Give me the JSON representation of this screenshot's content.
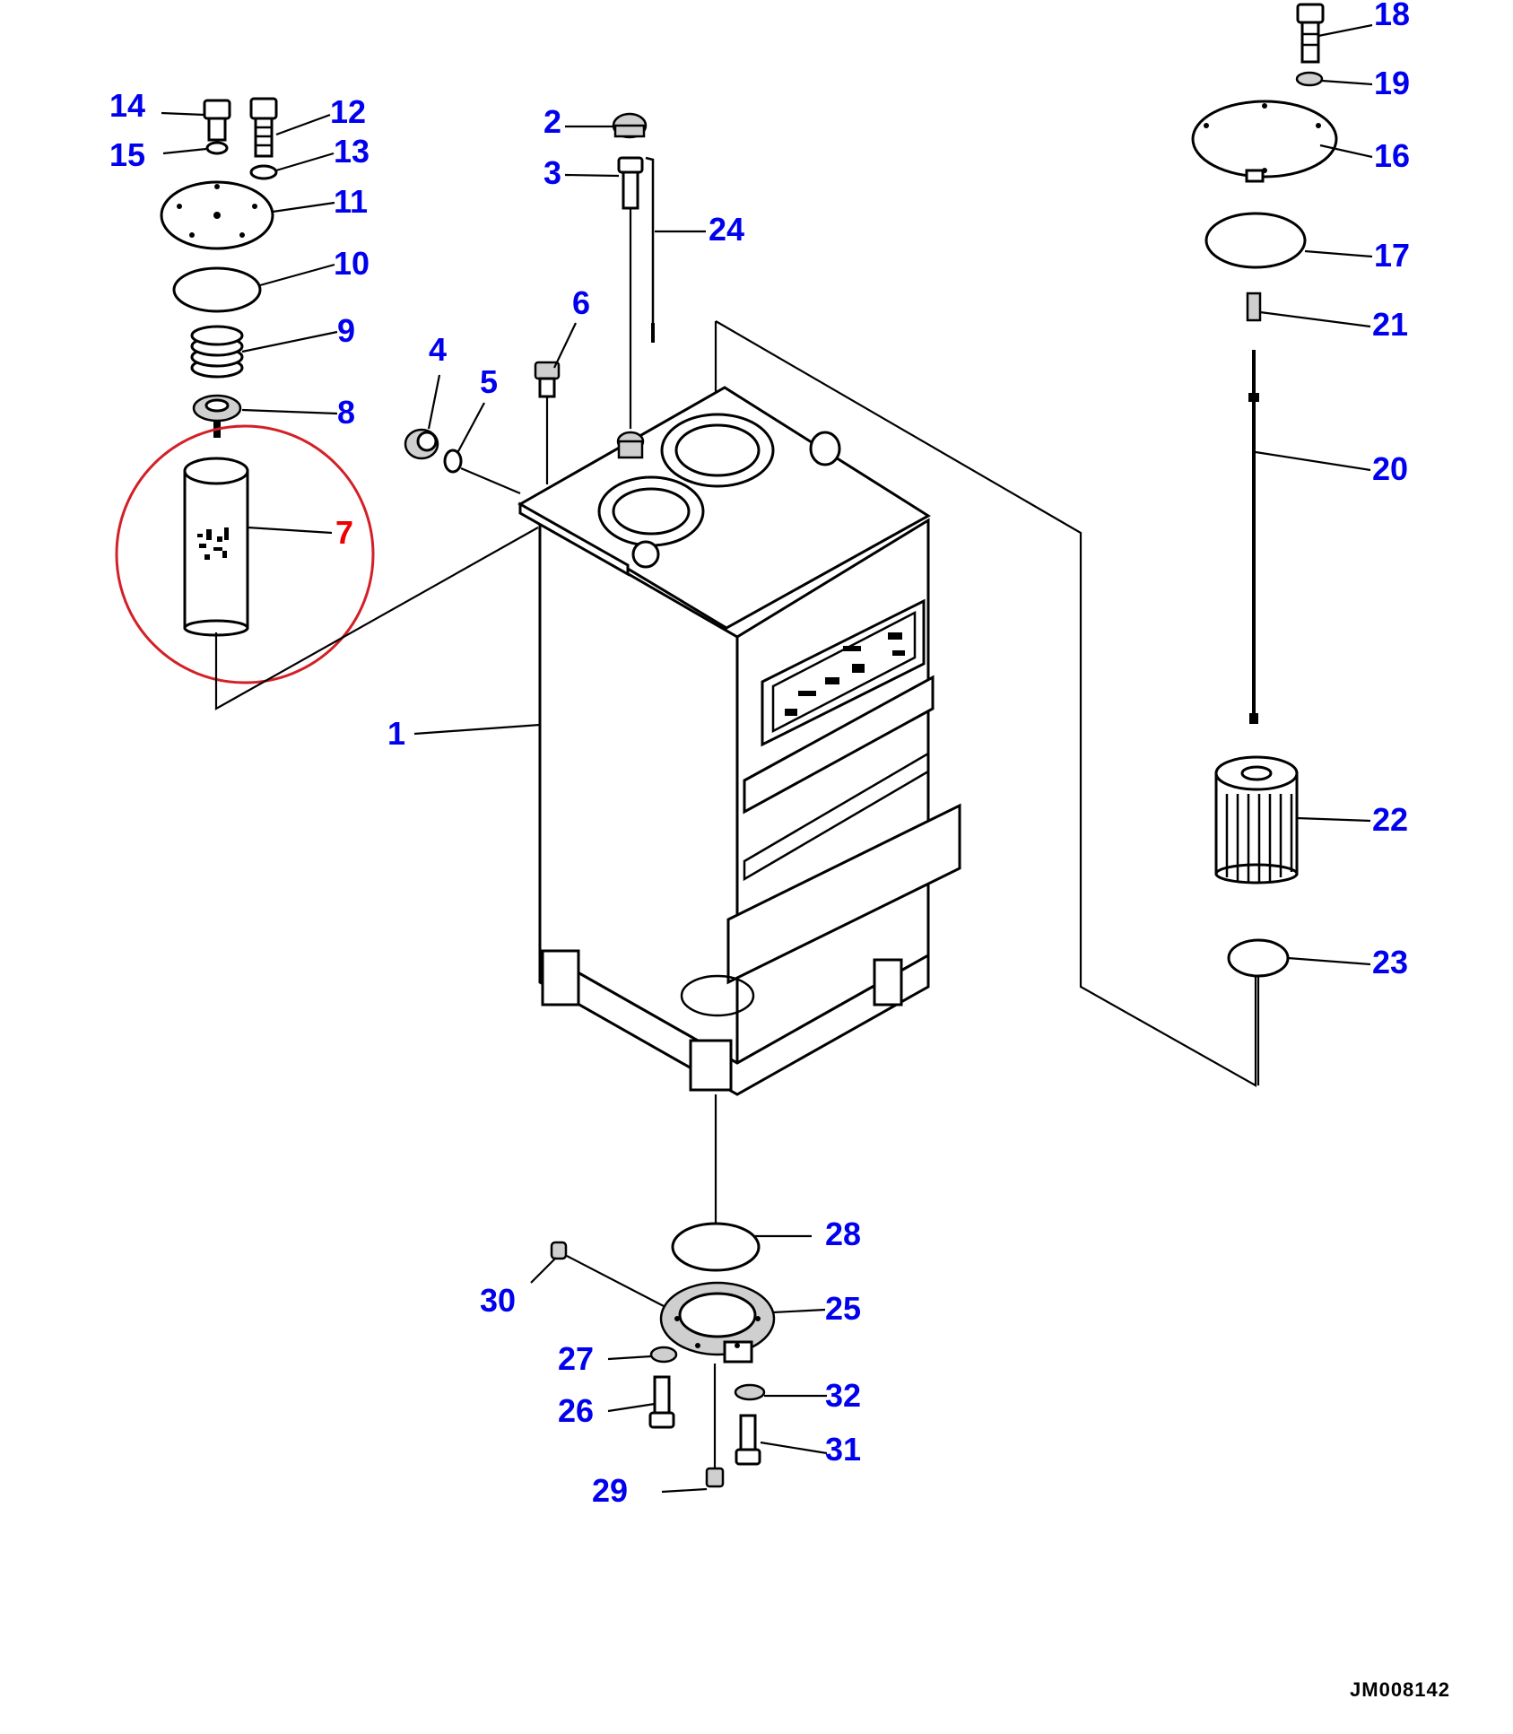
{
  "colors": {
    "callout": "#0000ee",
    "highlight_callout": "#ee0000",
    "highlight_ring": "#d32027",
    "line": "#000000"
  },
  "highlighted_part": "7",
  "reference_code": "JM008142",
  "callouts": [
    "1",
    "2",
    "3",
    "4",
    "5",
    "6",
    "7",
    "8",
    "9",
    "10",
    "11",
    "12",
    "13",
    "14",
    "15",
    "16",
    "17",
    "18",
    "19",
    "20",
    "21",
    "22",
    "23",
    "24",
    "25",
    "26",
    "27",
    "28",
    "29",
    "30",
    "31",
    "32"
  ]
}
